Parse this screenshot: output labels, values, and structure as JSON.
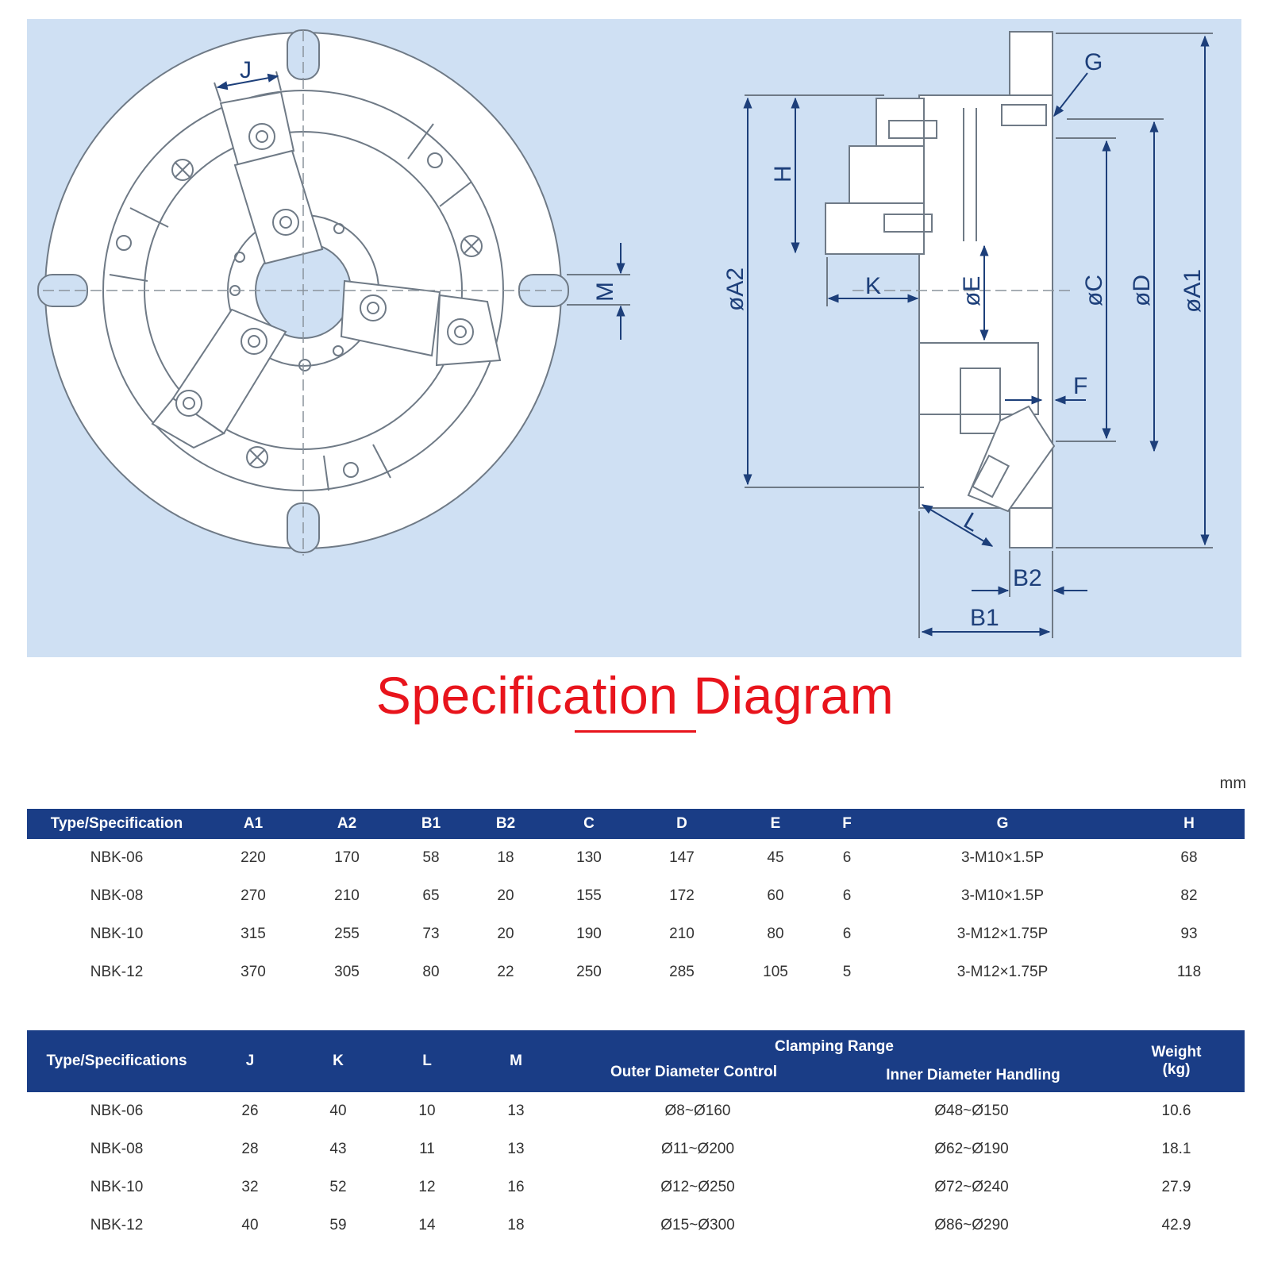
{
  "diagram": {
    "labels": {
      "J": "J",
      "M": "M",
      "G": "G",
      "H": "H",
      "K": "K",
      "A2": "øA2",
      "E": "øE",
      "C": "øC",
      "D": "øD",
      "A1": "øA1",
      "F": "F",
      "L": "L",
      "B2": "B2",
      "B1": "B1"
    }
  },
  "title": "Specification Diagram",
  "unit": "mm",
  "table1": {
    "headers": [
      "Type/Specification",
      "A1",
      "A2",
      "B1",
      "B2",
      "C",
      "D",
      "E",
      "F",
      "G",
      "H"
    ],
    "rows": [
      [
        "NBK-06",
        "220",
        "170",
        "58",
        "18",
        "130",
        "147",
        "45",
        "6",
        "3-M10×1.5P",
        "68"
      ],
      [
        "NBK-08",
        "270",
        "210",
        "65",
        "20",
        "155",
        "172",
        "60",
        "6",
        "3-M10×1.5P",
        "82"
      ],
      [
        "NBK-10",
        "315",
        "255",
        "73",
        "20",
        "190",
        "210",
        "80",
        "6",
        "3-M12×1.75P",
        "93"
      ],
      [
        "NBK-12",
        "370",
        "305",
        "80",
        "22",
        "250",
        "285",
        "105",
        "5",
        "3-M12×1.75P",
        "118"
      ]
    ]
  },
  "table2": {
    "headers": {
      "type": "Type/Specifications",
      "J": "J",
      "K": "K",
      "L": "L",
      "M": "M",
      "clamping_range": "Clamping Range",
      "outer": "Outer Diameter Control",
      "inner": "Inner Diameter Handling",
      "weight": "Weight",
      "weight_unit": "(kg)"
    },
    "rows": [
      [
        "NBK-06",
        "26",
        "40",
        "10",
        "13",
        "Ø8~Ø160",
        "Ø48~Ø150",
        "10.6"
      ],
      [
        "NBK-08",
        "28",
        "43",
        "11",
        "13",
        "Ø11~Ø200",
        "Ø62~Ø190",
        "18.1"
      ],
      [
        "NBK-10",
        "32",
        "52",
        "12",
        "16",
        "Ø12~Ø250",
        "Ø72~Ø240",
        "27.9"
      ],
      [
        "NBK-12",
        "40",
        "59",
        "14",
        "18",
        "Ø15~Ø300",
        "Ø86~Ø290",
        "42.9"
      ]
    ]
  }
}
